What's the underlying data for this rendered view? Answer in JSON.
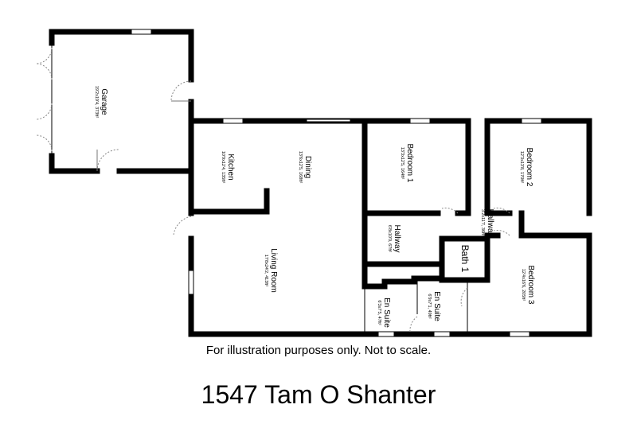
{
  "rooms": {
    "garage": {
      "name": "Garage",
      "dims": "19'2x19'4, 373ft²"
    },
    "kitchen": {
      "name": "Kitchen",
      "dims": "10'9x12'4, 135ft²"
    },
    "dining": {
      "name": "Dining",
      "dims": "13'6x12'5, 168ft²"
    },
    "bedroom1": {
      "name": "Bedroom 1",
      "dims": "13'3x12'5, 164ft²"
    },
    "bedroom2": {
      "name": "Bedroom 2",
      "dims": "12'3x13'8, 170ft²"
    },
    "hallway_small": {
      "name": "Hallway",
      "dims": "3'2x11'7, 36ft²"
    },
    "hallway": {
      "name": "Hallway",
      "dims": "6'8x10'0, 67ft²"
    },
    "living": {
      "name": "Living Room",
      "dims": "17'8x24'2, 413ft²"
    },
    "bath1": {
      "name": "Bath 1"
    },
    "ensuite1": {
      "name": "En Suite",
      "dims": "6'3x7'5, 47ft²"
    },
    "ensuite2": {
      "name": "En Suite",
      "dims": "6'9x7'1, 49ft²"
    },
    "bedroom3": {
      "name": "Bedroom 3",
      "dims": "12'4x16'6, 205ft²"
    }
  },
  "note": "For illustration purposes only. Not to scale.",
  "title": "1547 Tam O Shanter"
}
